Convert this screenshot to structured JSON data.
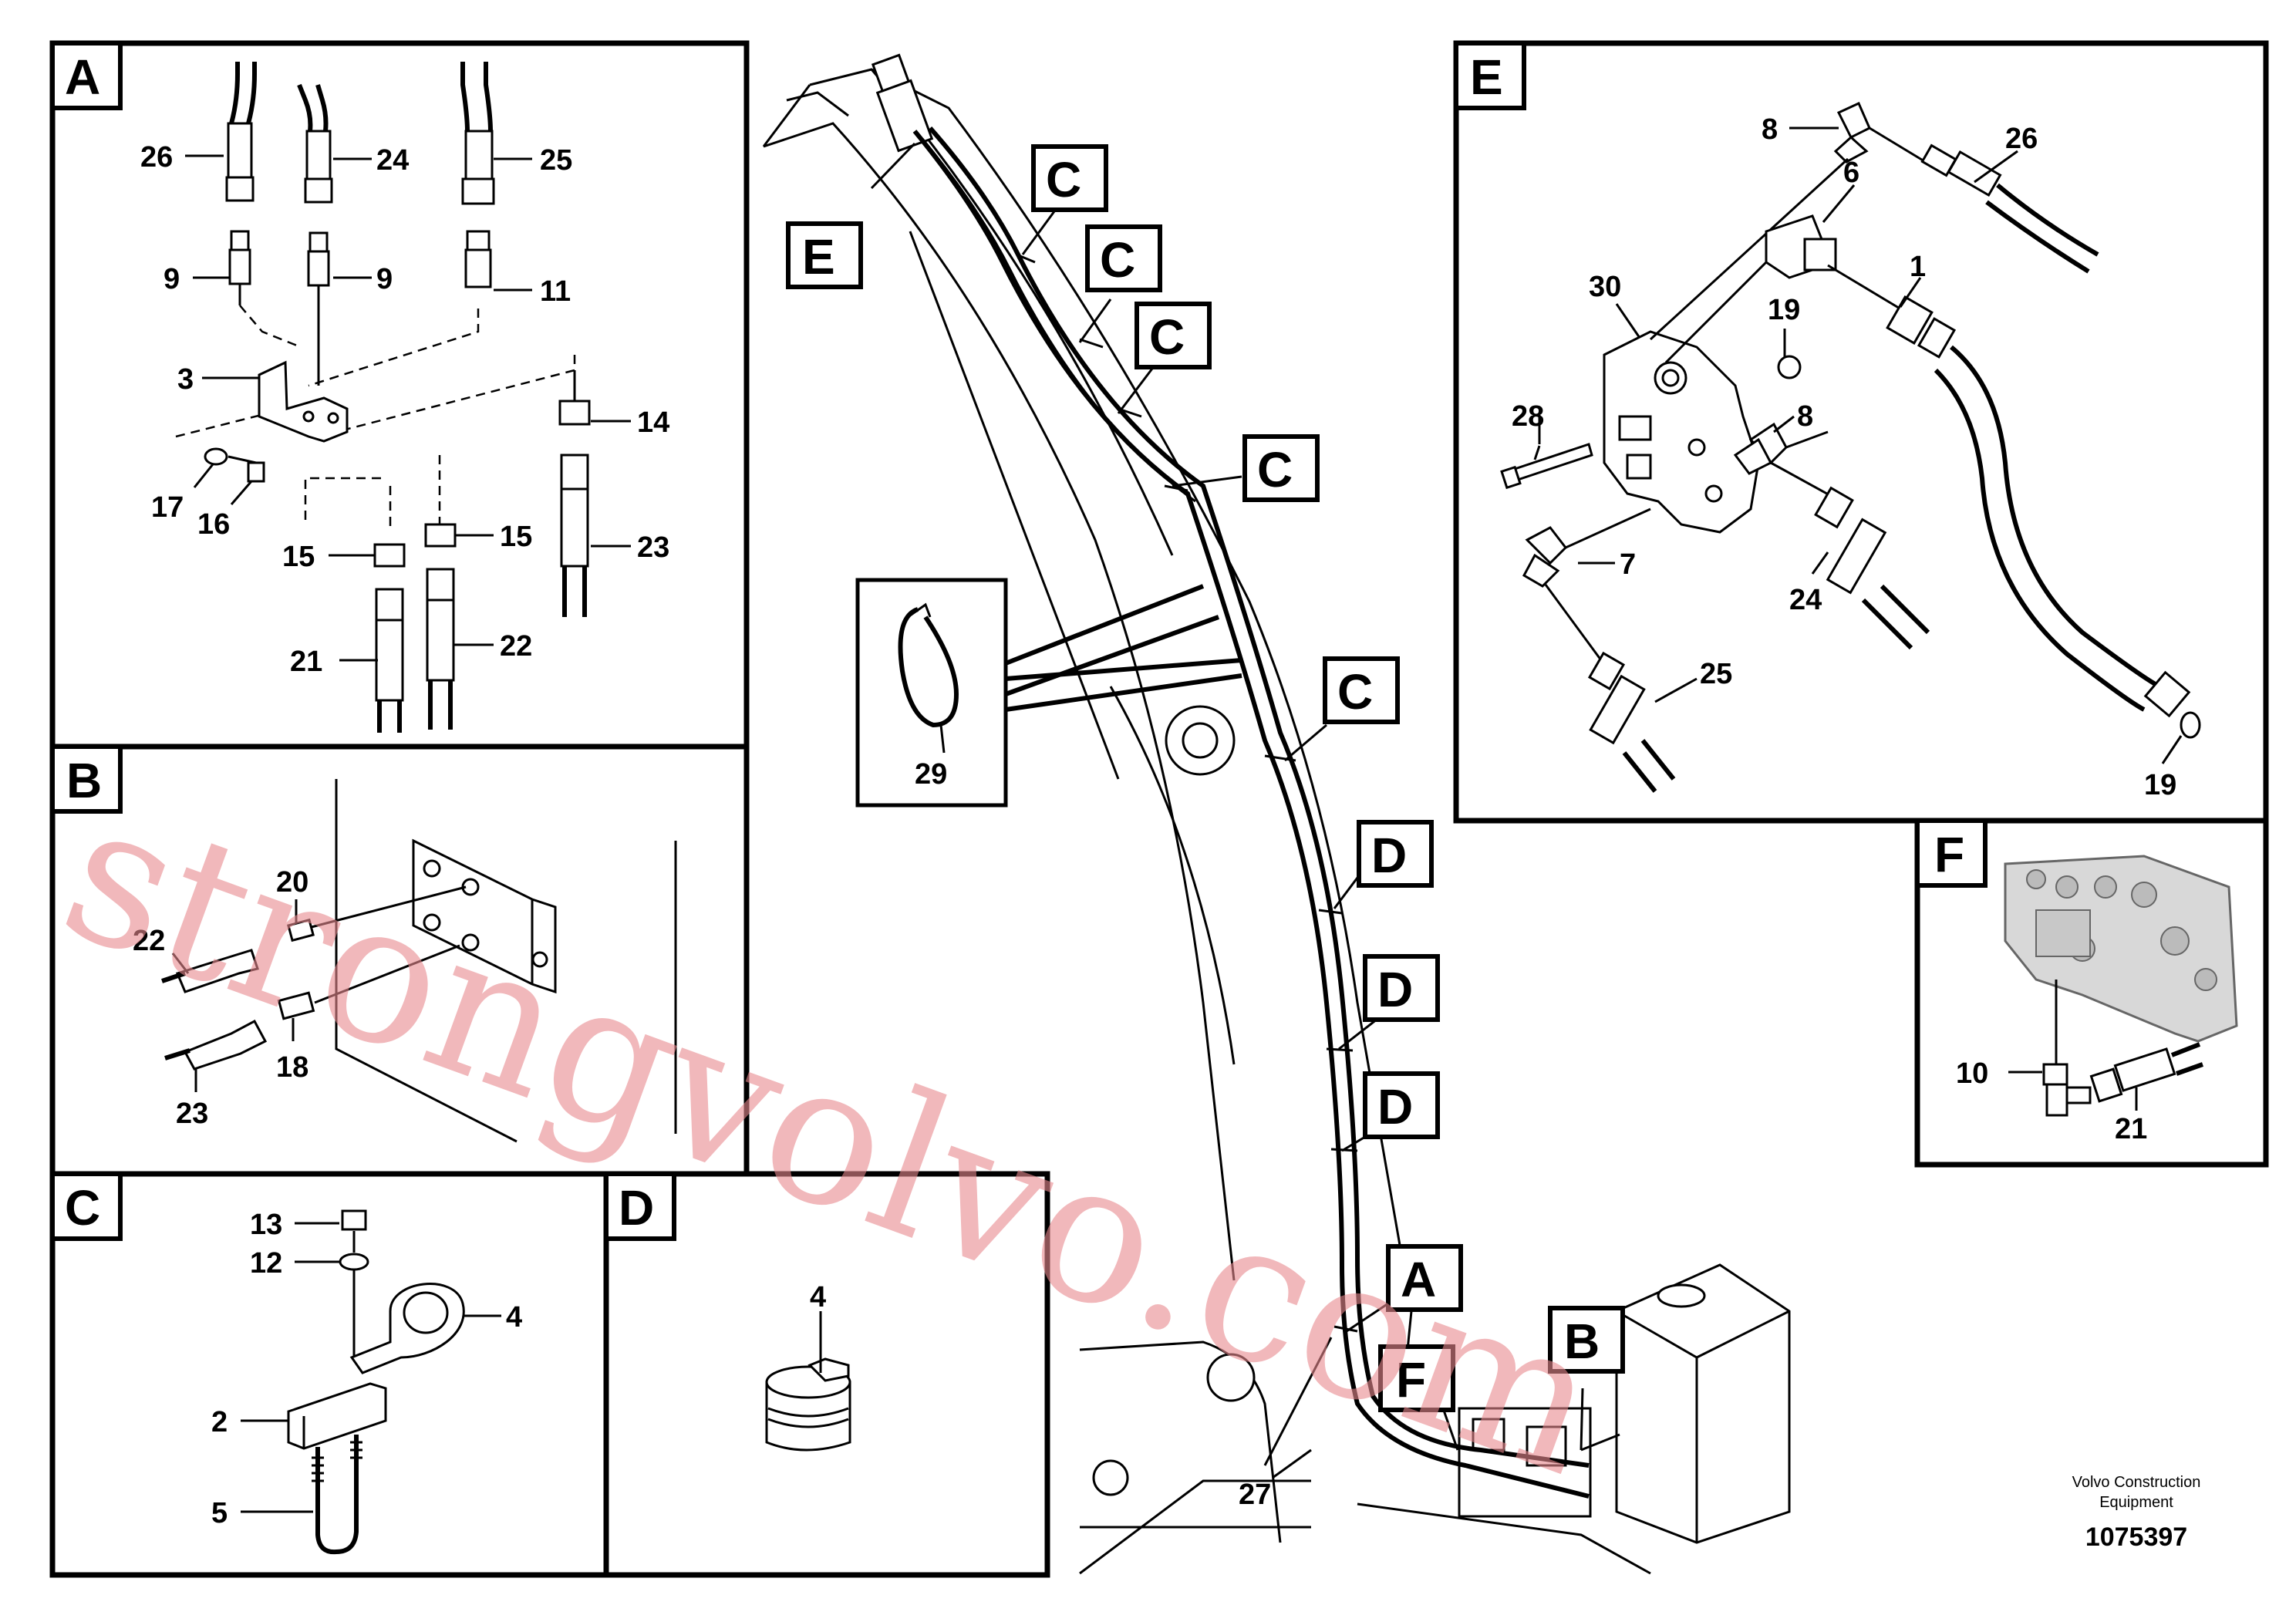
{
  "panels": {
    "A": "A",
    "B": "B",
    "C": "C",
    "D": "D",
    "E": "E",
    "F": "F"
  },
  "callouts": {
    "p1": "1",
    "p2": "2",
    "p3": "3",
    "p4": "4",
    "p5": "5",
    "p6": "6",
    "p7": "7",
    "p8": "8",
    "p9": "9",
    "p10": "10",
    "p11": "11",
    "p12": "12",
    "p13": "13",
    "p14": "14",
    "p15": "15",
    "p16": "16",
    "p17": "17",
    "p18": "18",
    "p19": "19",
    "p20": "20",
    "p21": "21",
    "p22": "22",
    "p23": "23",
    "p24": "24",
    "p25": "25",
    "p26": "26",
    "p27": "27",
    "p28": "28",
    "p29": "29",
    "p30": "30"
  },
  "watermark": "strongvolvo.com",
  "footer": {
    "line1": "Volvo Construction",
    "line2": "Equipment",
    "drawing_no": "1075397"
  }
}
